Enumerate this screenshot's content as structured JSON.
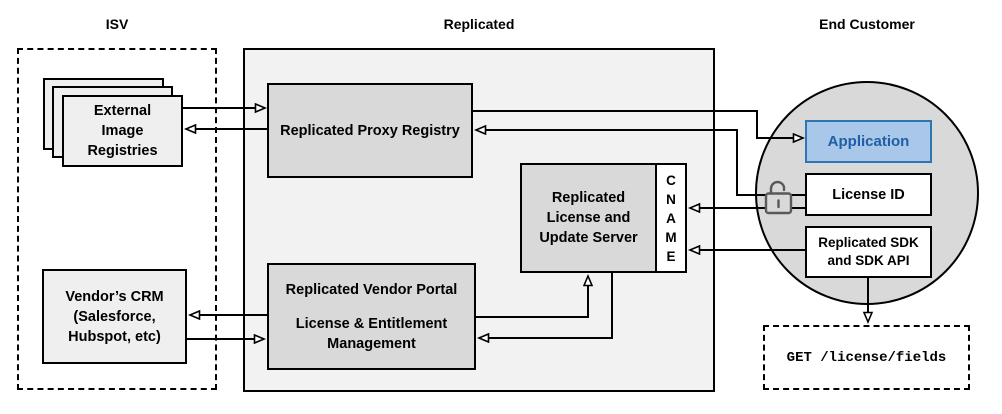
{
  "headers": {
    "isv": "ISV",
    "replicated": "Replicated",
    "end_customer": "End Customer"
  },
  "isv": {
    "registries_lines": [
      "External",
      "Image",
      "Registries"
    ],
    "crm_lines": [
      "Vendor’s CRM",
      "(Salesforce,",
      "Hubspot, etc)"
    ]
  },
  "replicated": {
    "proxy_label": "Replicated Proxy Registry",
    "server_lines": [
      "Replicated",
      "License and",
      "Update Server"
    ],
    "cname_letters": [
      "C",
      "N",
      "A",
      "M",
      "E"
    ],
    "portal_title": "Replicated Vendor Portal",
    "portal_lines": [
      "License & Entitlement",
      "Management"
    ]
  },
  "end_customer": {
    "application_label": "Application",
    "license_label": "License ID",
    "sdk_lines": [
      "Replicated SDK",
      "and SDK API"
    ],
    "get_label": "GET /license/fields"
  },
  "icons": {
    "lock": "unlocked-padlock-icon"
  },
  "colors": {
    "box_gray": "#d9d9d9",
    "container_gray": "#f2f2f2",
    "application_fill": "#a9c7e8",
    "application_border": "#2e75b6",
    "application_text": "#1f5fa6",
    "line": "#000000"
  }
}
